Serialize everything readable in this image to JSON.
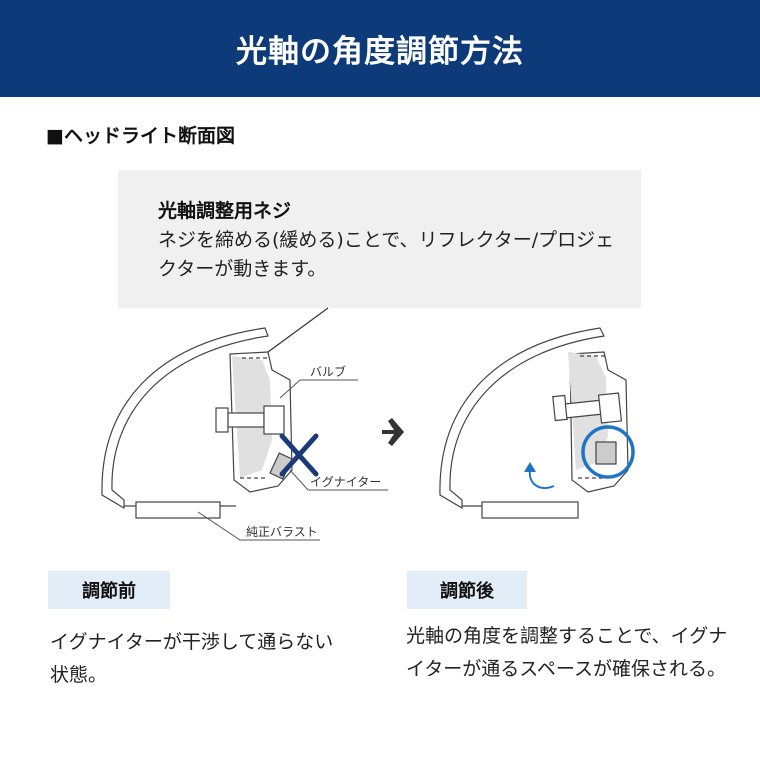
{
  "header": {
    "title": "光軸の角度調節方法"
  },
  "section": {
    "title": "■ヘッドライト断面図"
  },
  "callout": {
    "title": "光軸調整用ネジ",
    "body": "ネジを締める(緩める)ことで、リフレクター/プロジェクターが動きます。"
  },
  "diagram": {
    "labels": {
      "bulb": "バルブ",
      "igniter": "イグナイター",
      "ballast": "純正バラスト"
    },
    "icons": [
      "x-mark-icon",
      "arrow-right-icon",
      "rotate-arrow-icon"
    ],
    "colors": {
      "x_mark": "#1b3a78",
      "highlight": "#1e74c8",
      "header": "#0d3a78",
      "label_bg": "#e3edf7"
    }
  },
  "before": {
    "label": "調節前",
    "text": "イグナイターが干渉して通らない状態。"
  },
  "after": {
    "label": "調節後",
    "text": "光軸の角度を調整することで、イグナイターが通るスペースが確保される。"
  }
}
